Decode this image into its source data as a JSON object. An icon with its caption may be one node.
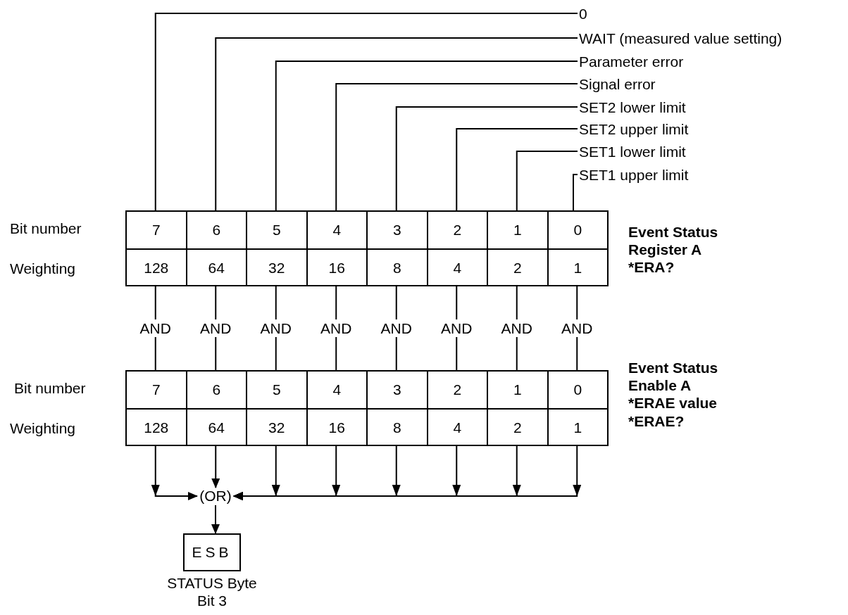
{
  "diagram": {
    "nodes": [
      {
        "text": [
          "0"
        ]
      },
      {
        "text": [
          "WAIT (measured value setting)"
        ]
      },
      {
        "text": [
          "Parameter error"
        ]
      },
      {
        "text": [
          "Signal error"
        ]
      },
      {
        "text": [
          "SET2 lower limit"
        ]
      },
      {
        "text": [
          "SET2 upper limit"
        ]
      },
      {
        "text": [
          "SET1 lower limit"
        ]
      },
      {
        "text": [
          "SET1 upper limit"
        ]
      },
      {
        "text": [
          "Event Status Register A",
          "*ERA?"
        ]
      },
      {
        "text": [
          "7",
          "128"
        ],
        "in": 8
      },
      {
        "text": [
          "6",
          "64"
        ],
        "in": 8
      },
      {
        "text": [
          "5",
          "32"
        ],
        "in": 8
      },
      {
        "text": [
          "4",
          "16"
        ],
        "in": 8
      },
      {
        "text": [
          "3",
          "8"
        ],
        "in": 8
      },
      {
        "text": [
          "2",
          "4"
        ],
        "in": 8
      },
      {
        "text": [
          "1",
          "2"
        ],
        "in": 8
      },
      {
        "text": [
          "0",
          "1"
        ],
        "in": 8
      },
      {
        "text": [
          "AND"
        ]
      },
      {
        "text": [
          "AND"
        ]
      },
      {
        "text": [
          "AND"
        ]
      },
      {
        "text": [
          "AND"
        ]
      },
      {
        "text": [
          "AND"
        ]
      },
      {
        "text": [
          "AND"
        ]
      },
      {
        "text": [
          "AND"
        ]
      },
      {
        "text": [
          "AND"
        ]
      },
      {
        "text": [
          "Event Status Enable A",
          "*ERAE value",
          "*ERAE?"
        ]
      },
      {
        "text": [
          "7",
          "128"
        ],
        "in": 25
      },
      {
        "text": [
          "6",
          "64"
        ],
        "in": 25
      },
      {
        "text": [
          "5",
          "32"
        ],
        "in": 25
      },
      {
        "text": [
          "4",
          "16"
        ],
        "in": 25
      },
      {
        "text": [
          "3",
          "8"
        ],
        "in": 25
      },
      {
        "text": [
          "2",
          "4"
        ],
        "in": 25
      },
      {
        "text": [
          "1",
          "2"
        ],
        "in": 25
      },
      {
        "text": [
          "0",
          "1"
        ],
        "in": 25
      },
      {
        "text": [
          "(OR)"
        ]
      },
      {
        "text": [
          "ESB"
        ],
        "beside": [
          "STATUS Byte Bit 3"
        ]
      }
    ],
    "edges": [
      {
        "from": 0,
        "to": 9,
        "arrow": "none"
      },
      {
        "from": 1,
        "to": 10,
        "arrow": "none"
      },
      {
        "from": 2,
        "to": 11,
        "arrow": "none"
      },
      {
        "from": 3,
        "to": 12,
        "arrow": "none"
      },
      {
        "from": 4,
        "to": 13,
        "arrow": "none"
      },
      {
        "from": 5,
        "to": 14,
        "arrow": "none"
      },
      {
        "from": 6,
        "to": 15,
        "arrow": "none"
      },
      {
        "from": 7,
        "to": 16,
        "arrow": "none"
      },
      {
        "from": 9,
        "to": 17,
        "arrow": "none"
      },
      {
        "from": 10,
        "to": 18,
        "arrow": "none"
      },
      {
        "from": 11,
        "to": 19,
        "arrow": "none"
      },
      {
        "from": 12,
        "to": 20,
        "arrow": "none"
      },
      {
        "from": 13,
        "to": 21,
        "arrow": "none"
      },
      {
        "from": 14,
        "to": 22,
        "arrow": "none"
      },
      {
        "from": 15,
        "to": 23,
        "arrow": "none"
      },
      {
        "from": 16,
        "to": 24,
        "arrow": "none"
      },
      {
        "from": 17,
        "to": 26,
        "arrow": "none"
      },
      {
        "from": 18,
        "to": 27,
        "arrow": "none"
      },
      {
        "from": 19,
        "to": 28,
        "arrow": "none"
      },
      {
        "from": 20,
        "to": 29,
        "arrow": "none"
      },
      {
        "from": 21,
        "to": 30,
        "arrow": "none"
      },
      {
        "from": 22,
        "to": 31,
        "arrow": "none"
      },
      {
        "from": 23,
        "to": 32,
        "arrow": "none"
      },
      {
        "from": 24,
        "to": 33,
        "arrow": "none"
      },
      {
        "from": 26,
        "to": 34,
        "arrow": "to"
      },
      {
        "from": 27,
        "to": 34,
        "arrow": "to"
      },
      {
        "from": 28,
        "to": 34,
        "arrow": "to"
      },
      {
        "from": 29,
        "to": 34,
        "arrow": "to"
      },
      {
        "from": 30,
        "to": 34,
        "arrow": "to"
      },
      {
        "from": 31,
        "to": 34,
        "arrow": "to"
      },
      {
        "from": 32,
        "to": 34,
        "arrow": "to"
      },
      {
        "from": 33,
        "to": 34,
        "arrow": "to"
      },
      {
        "from": 34,
        "to": 35,
        "arrow": "to"
      }
    ],
    "labels": [
      "Bit number",
      "Weighting",
      "Bit number",
      "Weighting"
    ]
  }
}
